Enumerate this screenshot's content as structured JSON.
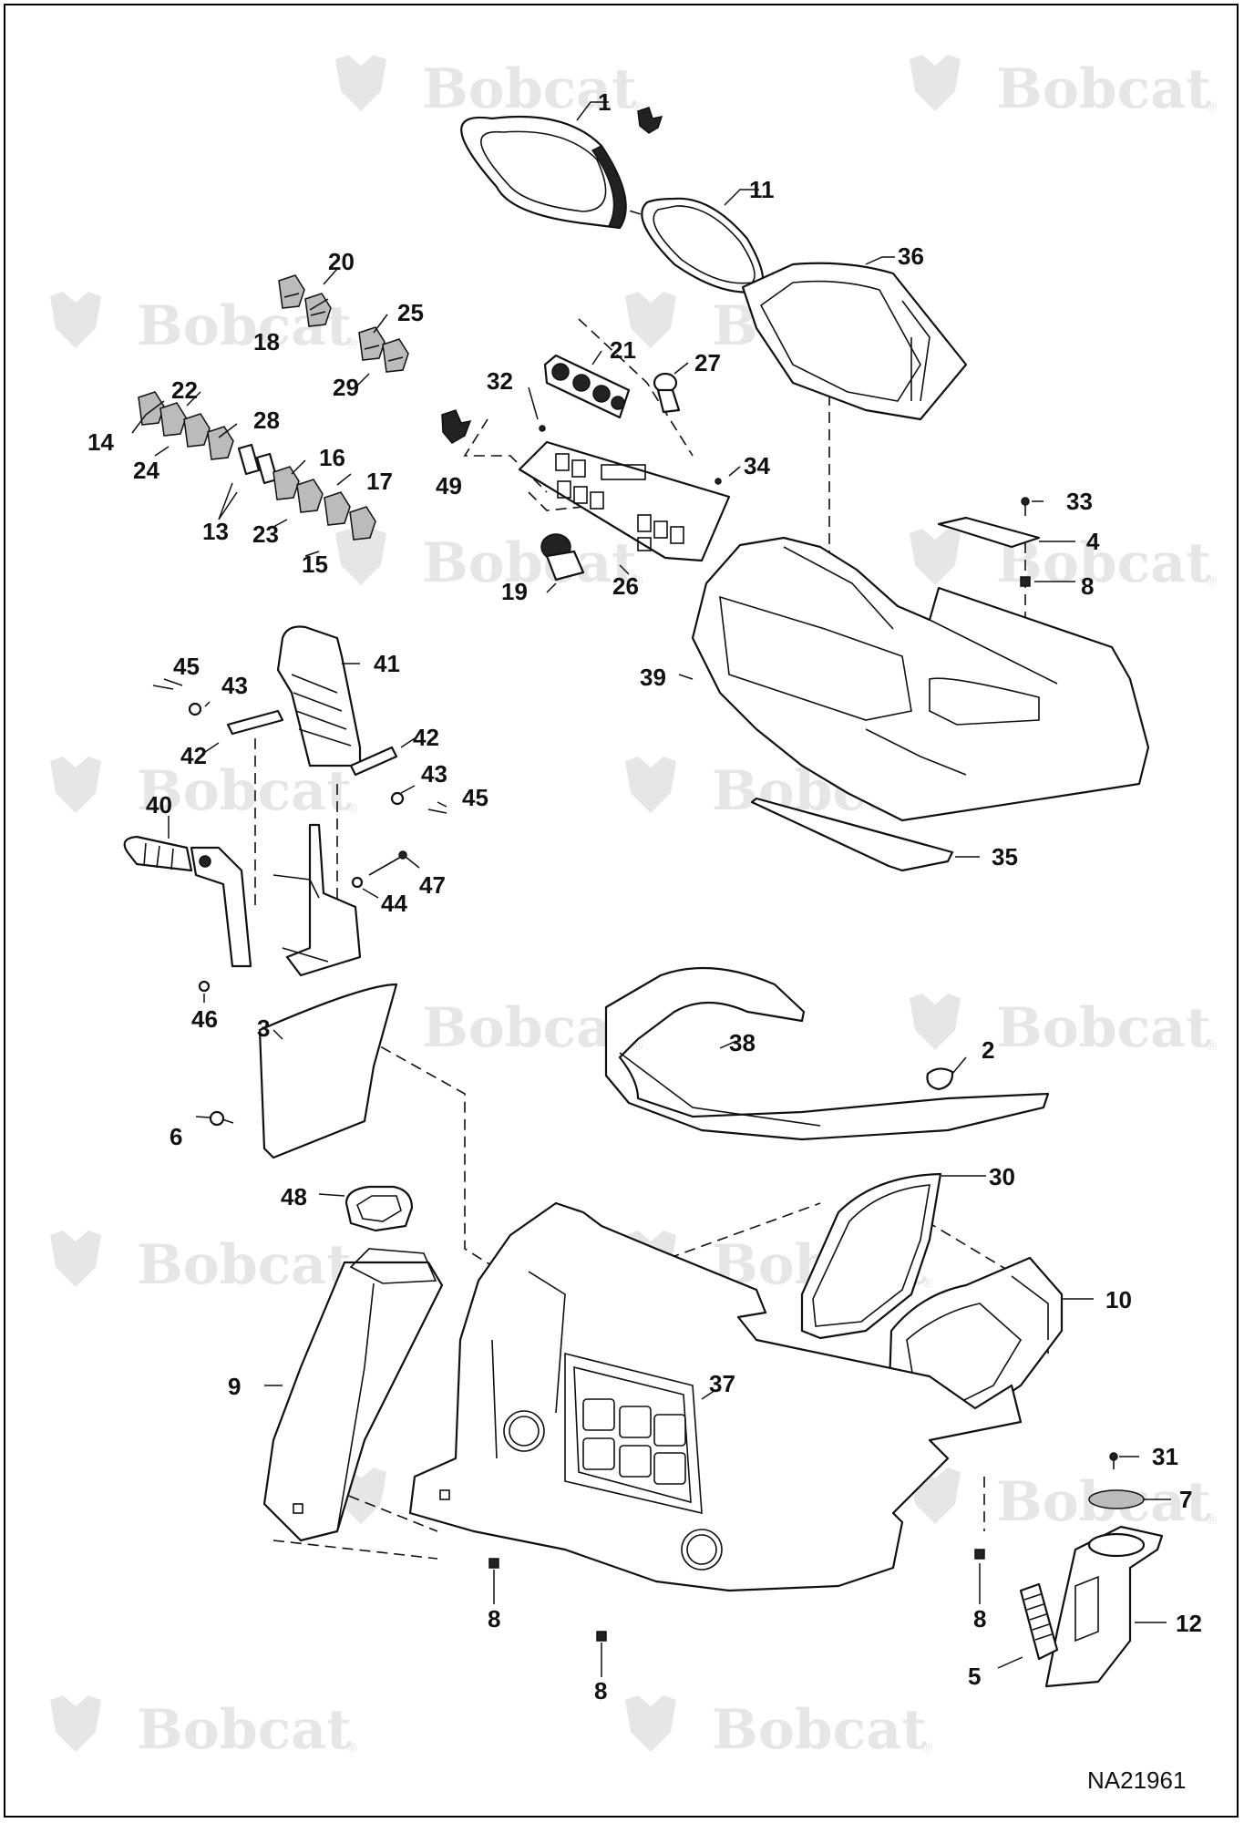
{
  "watermark": {
    "brand": "Bobcat",
    "reg": "®"
  },
  "drawing_code": "NA21961",
  "callouts": [
    {
      "id": "c1",
      "label": "1"
    },
    {
      "id": "c11",
      "label": "11"
    },
    {
      "id": "c36",
      "label": "36"
    },
    {
      "id": "c20",
      "label": "20"
    },
    {
      "id": "c18",
      "label": "18"
    },
    {
      "id": "c25",
      "label": "25"
    },
    {
      "id": "c29",
      "label": "29"
    },
    {
      "id": "c21",
      "label": "21"
    },
    {
      "id": "c27",
      "label": "27"
    },
    {
      "id": "c32",
      "label": "32"
    },
    {
      "id": "c22",
      "label": "22"
    },
    {
      "id": "c14",
      "label": "14"
    },
    {
      "id": "c28",
      "label": "28"
    },
    {
      "id": "c24",
      "label": "24"
    },
    {
      "id": "c16",
      "label": "16"
    },
    {
      "id": "c17",
      "label": "17"
    },
    {
      "id": "c13",
      "label": "13"
    },
    {
      "id": "c23",
      "label": "23"
    },
    {
      "id": "c15",
      "label": "15"
    },
    {
      "id": "c49",
      "label": "49"
    },
    {
      "id": "c34",
      "label": "34"
    },
    {
      "id": "c33",
      "label": "33"
    },
    {
      "id": "c4",
      "label": "4"
    },
    {
      "id": "c8a",
      "label": "8"
    },
    {
      "id": "c19",
      "label": "19"
    },
    {
      "id": "c26",
      "label": "26"
    },
    {
      "id": "c39",
      "label": "39"
    },
    {
      "id": "c41",
      "label": "41"
    },
    {
      "id": "c45a",
      "label": "45"
    },
    {
      "id": "c43a",
      "label": "43"
    },
    {
      "id": "c42a",
      "label": "42"
    },
    {
      "id": "c42b",
      "label": "42"
    },
    {
      "id": "c43b",
      "label": "43"
    },
    {
      "id": "c45b",
      "label": "45"
    },
    {
      "id": "c40",
      "label": "40"
    },
    {
      "id": "c35",
      "label": "35"
    },
    {
      "id": "c47",
      "label": "47"
    },
    {
      "id": "c44",
      "label": "44"
    },
    {
      "id": "c46",
      "label": "46"
    },
    {
      "id": "c3",
      "label": "3"
    },
    {
      "id": "c38",
      "label": "38"
    },
    {
      "id": "c2",
      "label": "2"
    },
    {
      "id": "c6",
      "label": "6"
    },
    {
      "id": "c48",
      "label": "48"
    },
    {
      "id": "c30",
      "label": "30"
    },
    {
      "id": "c10",
      "label": "10"
    },
    {
      "id": "c9",
      "label": "9"
    },
    {
      "id": "c37",
      "label": "37"
    },
    {
      "id": "c31",
      "label": "31"
    },
    {
      "id": "c7",
      "label": "7"
    },
    {
      "id": "c12",
      "label": "12"
    },
    {
      "id": "c8b",
      "label": "8"
    },
    {
      "id": "c8c",
      "label": "8"
    },
    {
      "id": "c5",
      "label": "5"
    },
    {
      "id": "c8d",
      "label": "8"
    }
  ]
}
